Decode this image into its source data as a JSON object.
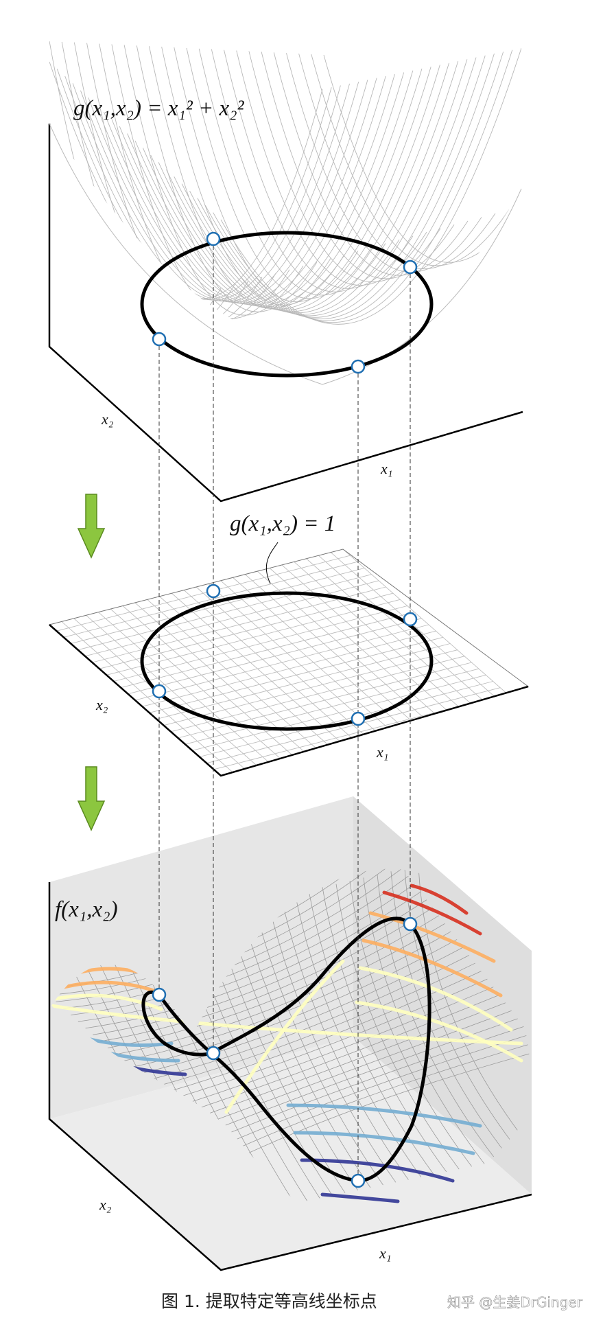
{
  "panels": {
    "top": {
      "function_label": "g(x₁,x₂) = x₁² + x₂²",
      "axis_x1": "x₁",
      "axis_x2": "x₂"
    },
    "middle": {
      "contour_label": "g(x₁,x₂) = 1",
      "axis_x1": "x₁",
      "axis_x2": "x₂"
    },
    "bottom": {
      "function_label": "f(x₁,x₂)",
      "axis_x1": "x₁",
      "axis_x2": "x₂"
    }
  },
  "caption": "图 1. 提取特定等高线坐标点",
  "watermark": "知乎 @生姜DrGinger",
  "colors": {
    "marker_stroke": "#1f6fb2",
    "arrow_fill": "#8cc63f",
    "contour_hot": "#d7301f",
    "contour_warm": "#fdae61",
    "contour_mid": "#ffffbf",
    "contour_cool": "#74add1",
    "contour_cold": "#313695"
  }
}
